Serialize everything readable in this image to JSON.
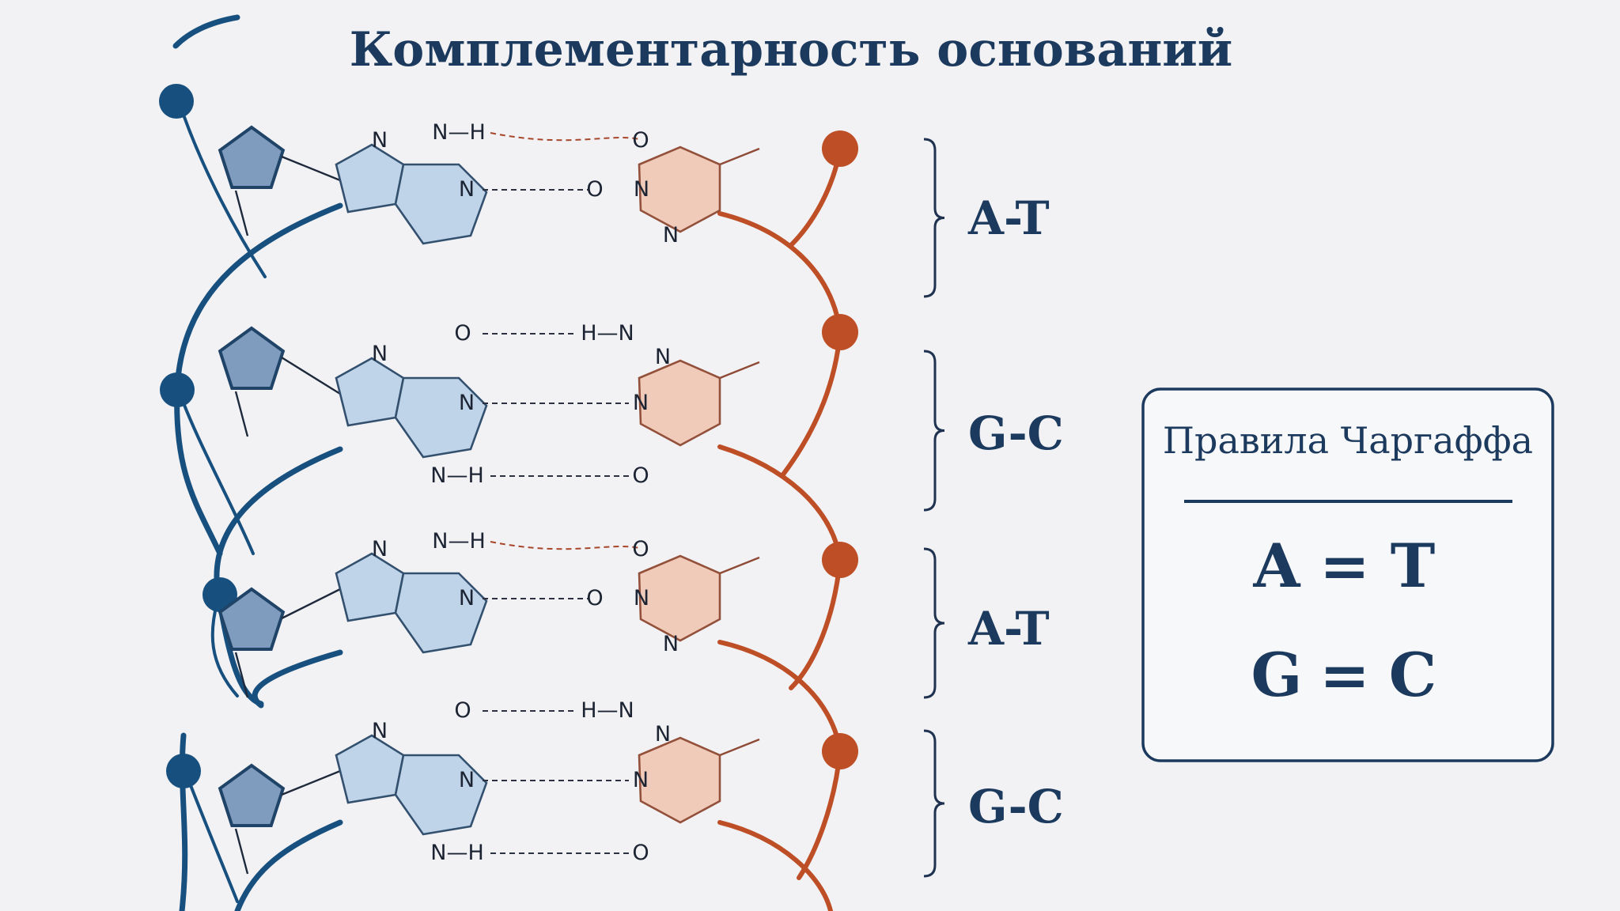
{
  "title": "Комплементарность оснований",
  "pairs": [
    {
      "label": "A-T",
      "kind": "AT"
    },
    {
      "label": "G-C",
      "kind": "GC"
    },
    {
      "label": "A-T",
      "kind": "AT"
    },
    {
      "label": "G-C",
      "kind": "GC"
    }
  ],
  "atoms": {
    "N": "N",
    "H": "H",
    "O": "O",
    "at_left_hbond_1": "N—H",
    "gc_right_hbond_1": "H—N",
    "gc_left_hbond_3": "N—H"
  },
  "rules_panel": {
    "title": "Правила Чаргаффа",
    "rules": [
      {
        "left": "A",
        "op": "=",
        "right": "T"
      },
      {
        "left": "G",
        "op": "=",
        "right": "C"
      }
    ]
  },
  "colors": {
    "strand_left": "#17507f",
    "strand_right": "#bd4e26",
    "purine_fill": "#bfd4e8",
    "pyrimidine_fill": "#f1cbba",
    "text": "#1c3a5e"
  }
}
